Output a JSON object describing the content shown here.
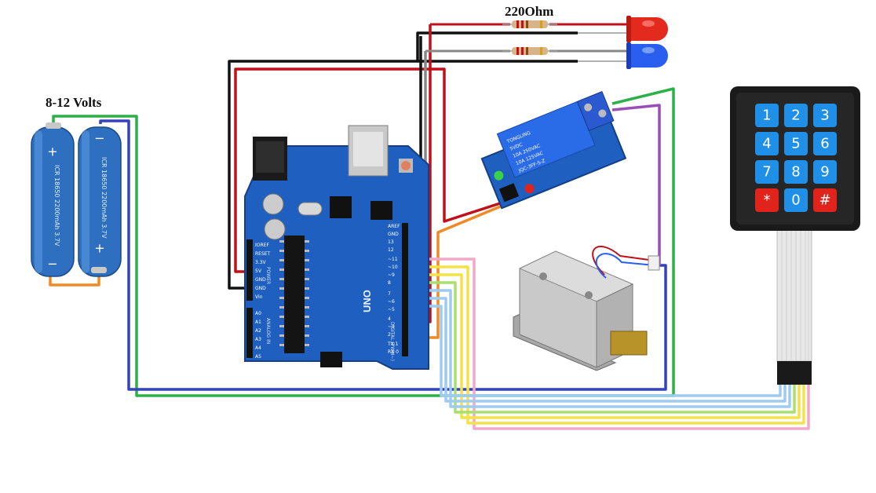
{
  "labels": {
    "battery_voltage": "8-12 Volts",
    "resistor_value": "220Ohm"
  },
  "battery": {
    "cell_text": "ICR 18650 2200mAh 3.7V",
    "plus": "+",
    "minus": "−"
  },
  "arduino": {
    "model": "UNO",
    "power_header": "POWER",
    "analog_header": "ANALOG IN",
    "digital_header": "DIGITAL (PWM~)",
    "power_pins": [
      "IOREF",
      "RESET",
      "3.3V",
      "5V",
      "GND",
      "GND",
      "Vin"
    ],
    "analog_pins": [
      "A0",
      "A1",
      "A2",
      "A3",
      "A4",
      "A5"
    ],
    "digital_pins": [
      "AREF",
      "GND",
      "13",
      "12",
      "~11",
      "~10",
      "~9",
      "8",
      "7",
      "~6",
      "~5",
      "4",
      "~3",
      "2",
      "TX 1",
      "RX 0"
    ]
  },
  "relay": {
    "brand": "TONGLING",
    "model": "JQC-3FF-S-Z",
    "rating_1": "10A 250VAC",
    "rating_2": "10A 125VAC",
    "voltage": "5VDC"
  },
  "keypad": {
    "keys": [
      "1",
      "2",
      "3",
      "4",
      "5",
      "6",
      "7",
      "8",
      "9",
      "*",
      "0",
      "#"
    ]
  },
  "colors": {
    "board": "#1f5fbf",
    "battery": "#2f6fc0",
    "key_blue": "#1f8fe8",
    "key_red": "#e0241b",
    "wire_black": "#111111",
    "wire_red": "#c0101a",
    "wire_gray": "#888888",
    "wire_green": "#2db04a",
    "wire_blue": "#3444b8",
    "wire_purple": "#9a4fb8",
    "wire_orange": "#f08a24",
    "wire_pink": "#f4a8c8",
    "wire_yellow": "#f4e24a",
    "wire_lightgreen": "#a8e070",
    "wire_lightblue": "#9ecbf0"
  }
}
